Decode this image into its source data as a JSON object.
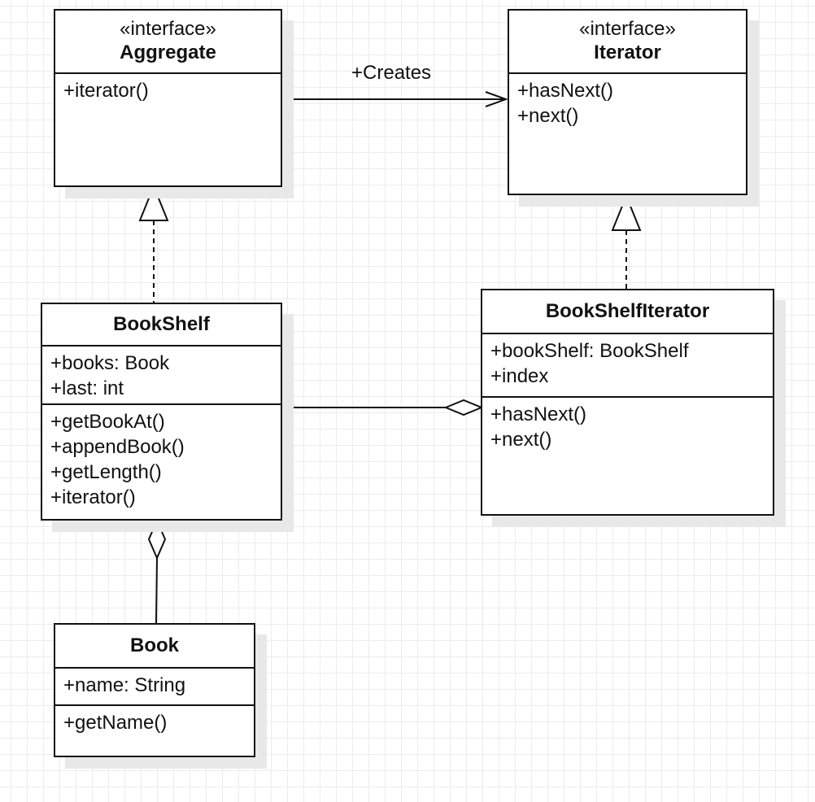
{
  "classes": {
    "aggregate": {
      "stereotype": "«interface»",
      "name": "Aggregate",
      "methods": [
        "+iterator()"
      ]
    },
    "iterator": {
      "stereotype": "«interface»",
      "name": "Iterator",
      "methods": [
        "+hasNext()",
        "+next()"
      ]
    },
    "bookshelf": {
      "name": "BookShelf",
      "attributes": [
        "+books: Book",
        "+last: int"
      ],
      "methods": [
        "+getBookAt()",
        "+appendBook()",
        "+getLength()",
        "+iterator()"
      ]
    },
    "bookshelf_iterator": {
      "name": "BookShelfIterator",
      "attributes": [
        "+bookShelf: BookShelf",
        "+index"
      ],
      "methods": [
        "+hasNext()",
        "+next()"
      ]
    },
    "book": {
      "name": "Book",
      "attributes": [
        "+name: String"
      ],
      "methods": [
        "+getName()"
      ]
    }
  },
  "relations": {
    "creates_label": "+Creates"
  },
  "colors": {
    "line": "#111111",
    "shadow": "#e8e8e8",
    "grid": "#ececec"
  }
}
